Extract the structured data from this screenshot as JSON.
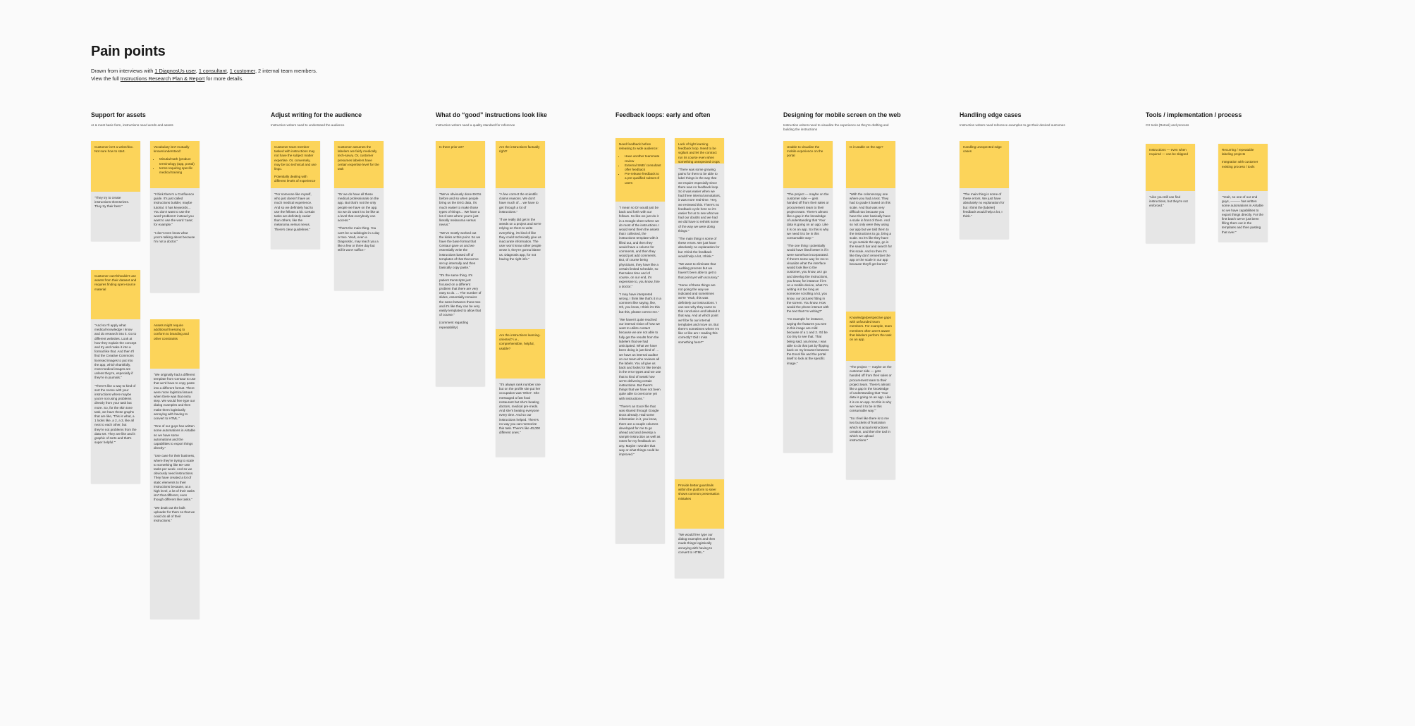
{
  "page": {
    "title": "Pain points",
    "intro_line1_prefix": "Drawn from interviews with ",
    "intro_link_diagnos": "1 DiagnosUs user",
    "intro_sep1": ", ",
    "intro_link_consultant": "1 consultant",
    "intro_sep2": ", ",
    "intro_link_customer": "1 customer",
    "intro_line1_suffix": ", 2 internal team members.",
    "intro_line2_prefix": "View the full ",
    "intro_link_plan": "Instructions Research Plan & Report",
    "intro_line2_suffix": " for more details."
  },
  "columns": [
    {
      "heading": "Support for assets",
      "subtitle": "AI & most basic form, instructions need words and assets",
      "notes": [
        {
          "color": "y",
          "paras": [
            "Customer isn't a writer/doc. Not sure how to start."
          ]
        },
        {
          "color": "g",
          "paras": [
            "\"They try to create instructions themselves. They try their best.\""
          ]
        },
        {
          "color": "y",
          "paras": [
            "Vocabulary isn't mutually known/understood:"
          ],
          "bullets": [
            "Minutia/math (product terminology (app, portal)",
            "terms requiring specific medical training"
          ]
        },
        {
          "color": "g",
          "paras": [
            "\"I think there's a Confluence guide. It's just called instructions builder, maybe tutorial. It has keywords… You don't want to use the word 'problems' instead you want to use the word 'case', for example.\"",
            "\"I don't even know what you're talking about because I'm not a doctor.\""
          ]
        },
        {
          "color": "y",
          "paras": [
            "Customer can't/shouldn't use assets from their dataset and requires finding open-source material"
          ]
        },
        {
          "color": "g",
          "paras": [
            "\"And so I'll apply what medical knowledge I know and do research into it. Go to different websites. Look at how they explain the concept and try and make it into a format like that. And then I'll find the Creative Commons licensed images to put into the app, which thankfully, most medical images are unless they're, especially if they're in journals.\"",
            "\"There's like a way to kind of sort the scene with your instructions where maybe you're not using problems directly from your task but more. So, for the skin tone task, we have these graphs that are like, 'This is what, a 1 looks like, a 2, a 3, like all next to each other, but they're not problems from the data set. They are like and it graphic of sorts and that's super helpful.'\""
          ]
        },
        {
          "color": "y",
          "paras": [
            "Assets might require additional finessing to conform to branding and other constraints"
          ]
        },
        {
          "color": "g",
          "paras": [
            "\"We originally had a different template from Centaur to use that we'd have to copy paste into a different format. There were more logistical issues when there was that extra step. We would free type our dialog examples and then make them logistically annoying with having to convert to HTML.\"",
            "\"One of our guys has written some automations in Airtable so we have some automations and the capabilities to export things directly.\"",
            "\"Use case for their business, where they're trying to scale to something like 50–100 tasks per week. And so we obviously need instructions. They have created a lot of static elements to their instructions because, at a high level, a lot of their tasks isn't that different, even though different like tasks.\"",
            "\"We dealt out the bulk uploader for them so that we could do all of their instructions.\""
          ]
        }
      ]
    },
    {
      "heading": "Adjust writing for the audience",
      "subtitle": "Instruction writers need to understand the audience",
      "notes": [
        {
          "color": "y",
          "paras": [
            "Customer team member tasked with instructions may not have the subject matter expertise. Or, conversely, may be too technical and use lingo.",
            "Potentially dealing with different levels of experience"
          ]
        },
        {
          "color": "g",
          "paras": [
            "\"For someone like myself, who just doesn't have as much medical experience. And so we definitely had to use the fellows a bit. Certain tasks are definitely easier than others, like the melanoma versus nevus. There's clear guidelines.\""
          ]
        },
        {
          "color": "y",
          "paras": [
            "Customer assumes the labelers are fairly medically tech-savvy. Or, customer presumes labelers have certain expertise level for the task"
          ]
        },
        {
          "color": "g",
          "paras": [
            "\"Or we do have all these medical professionals on the app. But that's not the only people we have on the app. So we do want it to be like at a level that everybody can access.\"",
            "\"That's the main thing. You can't be a radiologist in a day or two. Yeah, even a Diagnostic, may teach you a like a few or three day but still it won't suffice.\""
          ]
        }
      ]
    },
    {
      "heading": "What do “good” instructions look like",
      "subtitle": "Instruction writers need a quality standard for reference",
      "notes": [
        {
          "color": "y",
          "paras": [
            "Is there prior art?"
          ]
        },
        {
          "color": "g",
          "paras": [
            "\"We've obviously done EKGs before and so when people bring us the EKG data, it's much easier to make those types of things… We have a lot of sets where you're just literally melanoma versus nevus.\"",
            "\"We've mostly worked out the kinks at this point. So we have the base format that Centaur gave us and we essentially write the instructions based off of templates of that that we've set up internally and then basically copy paste.\"",
            "\"It's the same thing. It's patient transcripts just focused on a different problem that there are very easy to do. … The number of slides, essentially remains the same between those two and it's like they can be very easily templated to allow that of course.\"",
            "(comment regarding repeatability)"
          ]
        },
        {
          "color": "y",
          "paras": [
            "Are the instructions factually right?"
          ]
        },
        {
          "color": "g",
          "paras": [
            "\"A few correct the scientific claims reasons. We don't have much of… we have to get through a lot of instructions.\"",
            "\"If we really did get in the weeds on a project and we're relying on them to write everything, it's kind of like they could technically give us inaccurate information. The user won't know other people wrote it, they're gonna blame us. Diagnosis app, for not having the right info.\""
          ]
        },
        {
          "color": "y",
          "paras": [
            "Are the instructions learning-oriented? i.e., comprehensible, helpful, usable?"
          ]
        },
        {
          "color": "g",
          "paras": [
            "\"It's always rank number one but on the profile site put her occupation was 'Other'. She messaged a fast food restaurant but she's beating doctors, medical pre-meds. And she's beating everyone every time. And so our instructions helped. There's no way you can memorize this task. There's like 40,000 different ones.\""
          ]
        }
      ]
    },
    {
      "heading": "Feedback loops: early and often",
      "subtitle": "",
      "notes": [
        {
          "color": "y",
          "paras": [
            "Need feedback before releasing to wide audience:"
          ],
          "bullets": [
            "Have another teammate review",
            "External SME/ consultant offer feedback",
            "Pre-release feedback to a pre-qualified subset of users"
          ]
        },
        {
          "color": "g",
          "paras": [
            "\"I mean so Dr would just be back and forth with our fellows. So like we just do it in a Google sheet where we do most of the instructions. I would send them the assets that I collected, the instructions template with it filled out, and then they would have a column for comments, and then they would just add comments. But, of course being physicians, they have like a certain limited schedule, so that takes time and of course, on our end, it's expensive to, you know, hire a doctor.\"",
            "\"I may have interpreted wrong. I think like that's it in a comment like saying, like, Oh, you know, I think it's this but this, please correct me.\"",
            "\"We haven't quite reached our internal vision of how we want to utilize contact because we are not able to fully get the results from the labelers that we had anticipated. What we have been doing is just kind of … we have an internal auditor on our team who reviews all the labels. You all give us back and looks for like trends in the error types and we use that to kind of tweak how we're delivering certain instructions. But there's things that we have not been quite able to overcome yet with instructions.\"",
            "\"There's an Excel file that was shared through Google Docs already. Had some information in it, you know, there are a couple columns developed for me to go ahead and and develop a sample instruction as well as notes for my feedback on any. Maybe I wonder that way or what things could be improved.\""
          ]
        },
        {
          "color": "y",
          "paras": [
            "Lack of tight learning feedback loop. Need to be vigilant and let the contract run its course even when something unexpected crops up"
          ]
        },
        {
          "color": "g",
          "paras": [
            "\"There was some growing pains for them to be able to label things in the way that we require especially since there was no feedback loop. So it was easier when we had three internal annotators, it was more real-time. 'Hey, we reviewed this. There's no feedback cycle here so it's easier for us to see what we had our doubts and we had we did have to rethink some of the way we were doing things.'\"",
            "\"The main thing is some of these errors. We just have absolutely no explanation for but I think the feedback would help a lot, I think.\"",
            "\"We want to eliminate that auditing process but we haven't been able to get to that point yet with accuracy.\"",
            "\"Some of these things are not going the way we indicated and sometimes we're 'Yeah, this was definitely our instructions.' I can see why they came to this conclusion and labeled it that way. And at which point we'll be fix our internal templates and move on. But there's sometimes where I'm like or like am I reading this correctly? Did I miss something here?\""
          ]
        },
        {
          "color": "y",
          "paras": [
            "Provide better guardrails within the platform to steer shows common presentation mistakes"
          ]
        },
        {
          "color": "g",
          "paras": [
            "\"We would free type our dialog examples and then made things logistically annoying with having to convert to HTML.\""
          ]
        }
      ]
    },
    {
      "heading": "Designing for mobile screen on the web",
      "subtitle": "Instruction writers need to visualize the experience as they're drafting and building the instructions",
      "notes": [
        {
          "color": "y",
          "paras": [
            "Unable to visualize the mobile experience on the portal"
          ]
        },
        {
          "color": "g",
          "paras": [
            "\"The project — maybe on the customer side — gets handed off from their sales or procurement team to their project team. There's almost like a gap in the knowledge of understanding that 'Your data is going on an app. Like it is on an app. So this is why we need it to be in this consumable way.'\"",
            "\"The one thing I potentially would have liked better is if it were somehow incorporated. If there's some way for me to visualize what the interface would look like to the customer, you know, as I go and develop the instructions, you know, for instance if it's on a mobile device, what I'm writing is it too long as someone scrolling a lot, you know, our pictures fitting in the screen. You know. How would the phone interact with the text that I'm writing?\"",
            "\"An example for instance, saying the features you see in this image are mild because of a 1 and 2. It'd be too tiny to see that. That being said, you know, I was able to do that just by flipping back on my browser between the Excel file and the portal itself to look at the specific image.\""
          ]
        },
        {
          "color": "y",
          "paras": [
            "Is it usable on the app?"
          ]
        },
        {
          "color": "g",
          "paras": [
            "\"With the colonoscopy one where you had a text. They had to grade it based on this scale. And that was very difficult too because you have the user basically have a scale in front of them. And so not only were they using our app but we told them to the instructions to go, bring a scale. So it's like they have to go outside the app, go in the search bar and search for this scale. And so then it's like they don't remember the app or the scale in our app because they'll get bored.\""
          ]
        },
        {
          "color": "y",
          "paras": [
            "Knowledge/perspective gaps with unfounded team members. For example, team members often aren't aware that labelers perform the task on an app."
          ]
        },
        {
          "color": "g",
          "paras": [
            "\"The project — maybe on the customer side — gets handed off from their sales or procurement team to their project team. There's almost like a gap in the knowledge of understanding that 'Your data is going on an app. Like it is on an app. So this is why we need it to be in this consumable way.'\"",
            "\"So I feel like there is to me two buckets of frustration which is actual instructions creation, and then the tool in which we upload instructions.\""
          ]
        }
      ]
    },
    {
      "heading": "Handling edge cases",
      "subtitle": "Instruction writers need reference examples to get their desired outcomes",
      "notes": [
        {
          "color": "y",
          "paras": [
            "Handling unexpected edge cases"
          ]
        },
        {
          "color": "g",
          "paras": [
            "\"The main thing is some of these errors. We just have absolutely no explanation for but I think the [labeler] feedback would help a lot, I think.\""
          ]
        }
      ]
    },
    {
      "heading": "Tools / implementation / process",
      "subtitle": "CX tools (Retool) and process",
      "notes": [
        {
          "color": "y",
          "paras": [
            "Instructions — even when required — can be skipped"
          ]
        },
        {
          "color": "g",
          "paras": [
            "\"Like you still can find instructions, but they're not enforced.\""
          ]
        },
        {
          "color": "y",
          "paras": [
            "Recurring / repeatable labeling projects",
            "Integration with customer existing process / tools"
          ]
        },
        {
          "color": "g",
          "paras": [
            "\"Yeah, so one of our end guys, ——— has written some automations in Airtable so we have capabilities to export things directly. For the first batch we've just been filling them out in the templates and then pasting that over.\""
          ]
        }
      ]
    }
  ]
}
